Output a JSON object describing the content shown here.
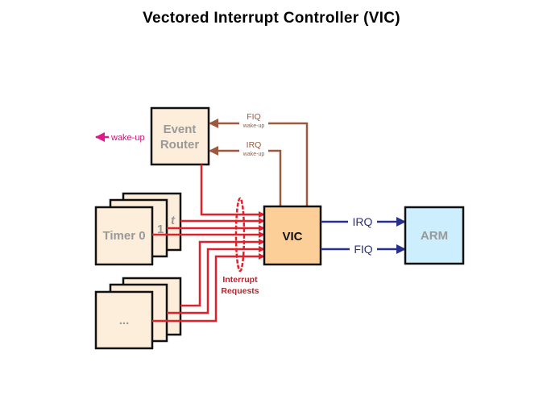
{
  "title": "Vectored Interrupt Controller (VIC)",
  "blocks": {
    "event_router": [
      "Event",
      "Router"
    ],
    "timer_front": "Timer 0",
    "timer_middle": "1",
    "timer_back": "t",
    "other_front": "...",
    "vic": "VIC",
    "arm": "ARM"
  },
  "labels": {
    "wake_up": "wake-up",
    "fiq": "FIQ",
    "irq": "IRQ",
    "fiq_wake": "wake-up",
    "irq_wake": "wake-up",
    "interrupt_requests": [
      "Interrupt",
      "Requests"
    ],
    "vic_irq": "IRQ",
    "vic_fiq": "FIQ"
  },
  "colors": {
    "box_fill": "#fdeedb",
    "vic_fill": "#fccf98",
    "arm_fill": "#cdeefc",
    "red": "#e0202a",
    "brown": "#9b5a40",
    "navy": "#27308a",
    "magenta": "#e0198a"
  }
}
